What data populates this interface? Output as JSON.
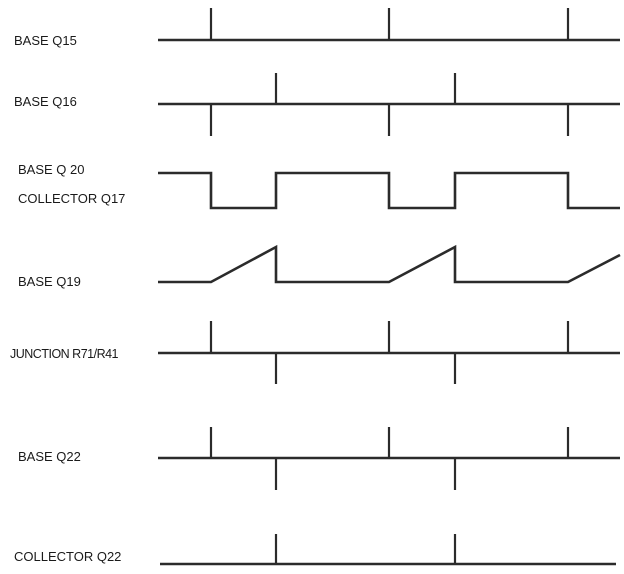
{
  "signals": [
    {
      "id": "base_q15",
      "label": "BASE  Q15"
    },
    {
      "id": "base_q16",
      "label": "BASE  Q16"
    },
    {
      "id": "base_q20",
      "label": "BASE  Q 20"
    },
    {
      "id": "collector_q17",
      "label": "COLLECTOR  Q17"
    },
    {
      "id": "base_q19",
      "label": "BASE  Q19"
    },
    {
      "id": "junction_r71_r41",
      "label": "JUNCTION R71/R41"
    },
    {
      "id": "base_q22",
      "label": "BASE  Q22"
    },
    {
      "id": "collector_q22",
      "label": "COLLECTOR Q22"
    }
  ],
  "colors": {
    "trace": "#2b2b2b",
    "label": "#1a1a1a",
    "background": "#ffffff"
  }
}
